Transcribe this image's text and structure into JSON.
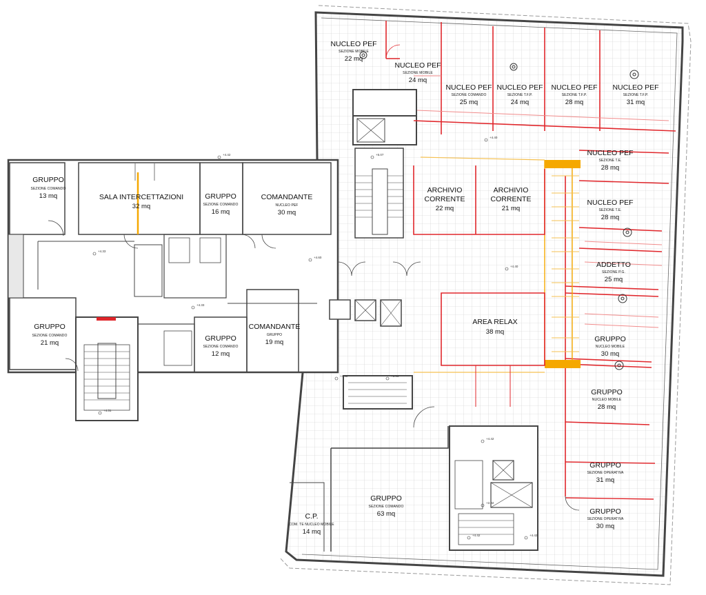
{
  "colors": {
    "walls": "#4a4a4a",
    "grid": "#c8c8c8",
    "partition_red": "#e0262b",
    "partition_pink": "#f08a8a",
    "partition_orange": "#f5a800",
    "door_red": "#e0262b"
  },
  "rooms": [
    {
      "id": "gruppo-13",
      "title": "GRUPPO",
      "sub": "SEZIONE COMANDO",
      "area": "13 mq"
    },
    {
      "id": "sala-intercettazioni",
      "title": "SALA INTERCETTAZIONI",
      "sub": "",
      "area": "32 mq"
    },
    {
      "id": "gruppo-16",
      "title": "GRUPPO",
      "sub": "SEZIONE COMANDO",
      "area": "16 mq"
    },
    {
      "id": "comandante-30",
      "title": "COMANDANTE",
      "sub": "NUCLEO PEF",
      "area": "30 mq"
    },
    {
      "id": "gruppo-21",
      "title": "GRUPPO",
      "sub": "SEZIONE COMANDO",
      "area": "21 mq"
    },
    {
      "id": "gruppo-12",
      "title": "GRUPPO",
      "sub": "SEZIONE COMANDO",
      "area": "12 mq"
    },
    {
      "id": "comandante-19",
      "title": "COMANDANTE",
      "sub": "GRUPPO",
      "area": "19 mq"
    },
    {
      "id": "nucleo-22",
      "title": "NUCLEO PEF",
      "sub": "SEZIONE MOBILE",
      "area": "22 mq"
    },
    {
      "id": "nucleo-24a",
      "title": "NUCLEO PEF",
      "sub": "SEZIONE MOBILE",
      "area": "24 mq"
    },
    {
      "id": "nucleo-25",
      "title": "NUCLEO PEF",
      "sub": "SEZIONE COMANDO",
      "area": "25 mq"
    },
    {
      "id": "nucleo-24b",
      "title": "NUCLEO PEF",
      "sub": "SEZIONE T.F.P.",
      "area": "24 mq"
    },
    {
      "id": "nucleo-28a",
      "title": "NUCLEO PEF",
      "sub": "SEZIONE T.F.P.",
      "area": "28 mq"
    },
    {
      "id": "nucleo-31",
      "title": "NUCLEO PEF",
      "sub": "SEZIONE T.F.P.",
      "area": "31 mq"
    },
    {
      "id": "nucleo-28b",
      "title": "NUCLEO PEF",
      "sub": "SEZIONE T.E.",
      "area": "28 mq"
    },
    {
      "id": "nucleo-28c",
      "title": "NUCLEO PEF",
      "sub": "SEZIONE T.E.",
      "area": "28 mq"
    },
    {
      "id": "archivio-22",
      "title": "ARCHIVIO",
      "title2": "CORRENTE",
      "sub": "",
      "area": "22 mq"
    },
    {
      "id": "archivio-21",
      "title": "ARCHIVIO",
      "title2": "CORRENTE",
      "sub": "",
      "area": "21 mq"
    },
    {
      "id": "addetto-25",
      "title": "ADDETTO",
      "sub": "SEZIONE P.G.",
      "area": "25 mq"
    },
    {
      "id": "area-relax",
      "title": "AREA RELAX",
      "sub": "",
      "area": "38 mq"
    },
    {
      "id": "gruppo-30a",
      "title": "GRUPPO",
      "sub": "NUCLEO MOBILE",
      "area": "30 mq"
    },
    {
      "id": "gruppo-28",
      "title": "GRUPPO",
      "sub": "NUCLEO MOBILE",
      "area": "28 mq"
    },
    {
      "id": "gruppo-63",
      "title": "GRUPPO",
      "sub": "SEZIONE COMANDO",
      "area": "63 mq"
    },
    {
      "id": "gruppo-31",
      "title": "GRUPPO",
      "sub": "SEZIONE OPERATIVA",
      "area": "31 mq"
    },
    {
      "id": "gruppo-30b",
      "title": "GRUPPO",
      "sub": "SEZIONE OPERATIVA",
      "area": "30 mq"
    },
    {
      "id": "cp-14",
      "title": "C.P.",
      "sub": "COM. TE NUCLEO MOBILE",
      "area": "14 mq"
    }
  ],
  "elevations": [
    "+4.33",
    "+4.60",
    "+4.33",
    "+5.07",
    "+4.40",
    "+4.40",
    "+4.42",
    "+4.42",
    "+4.31",
    "+4.40",
    "+1.93",
    "+4.42",
    "+4.42",
    "+2.92"
  ]
}
